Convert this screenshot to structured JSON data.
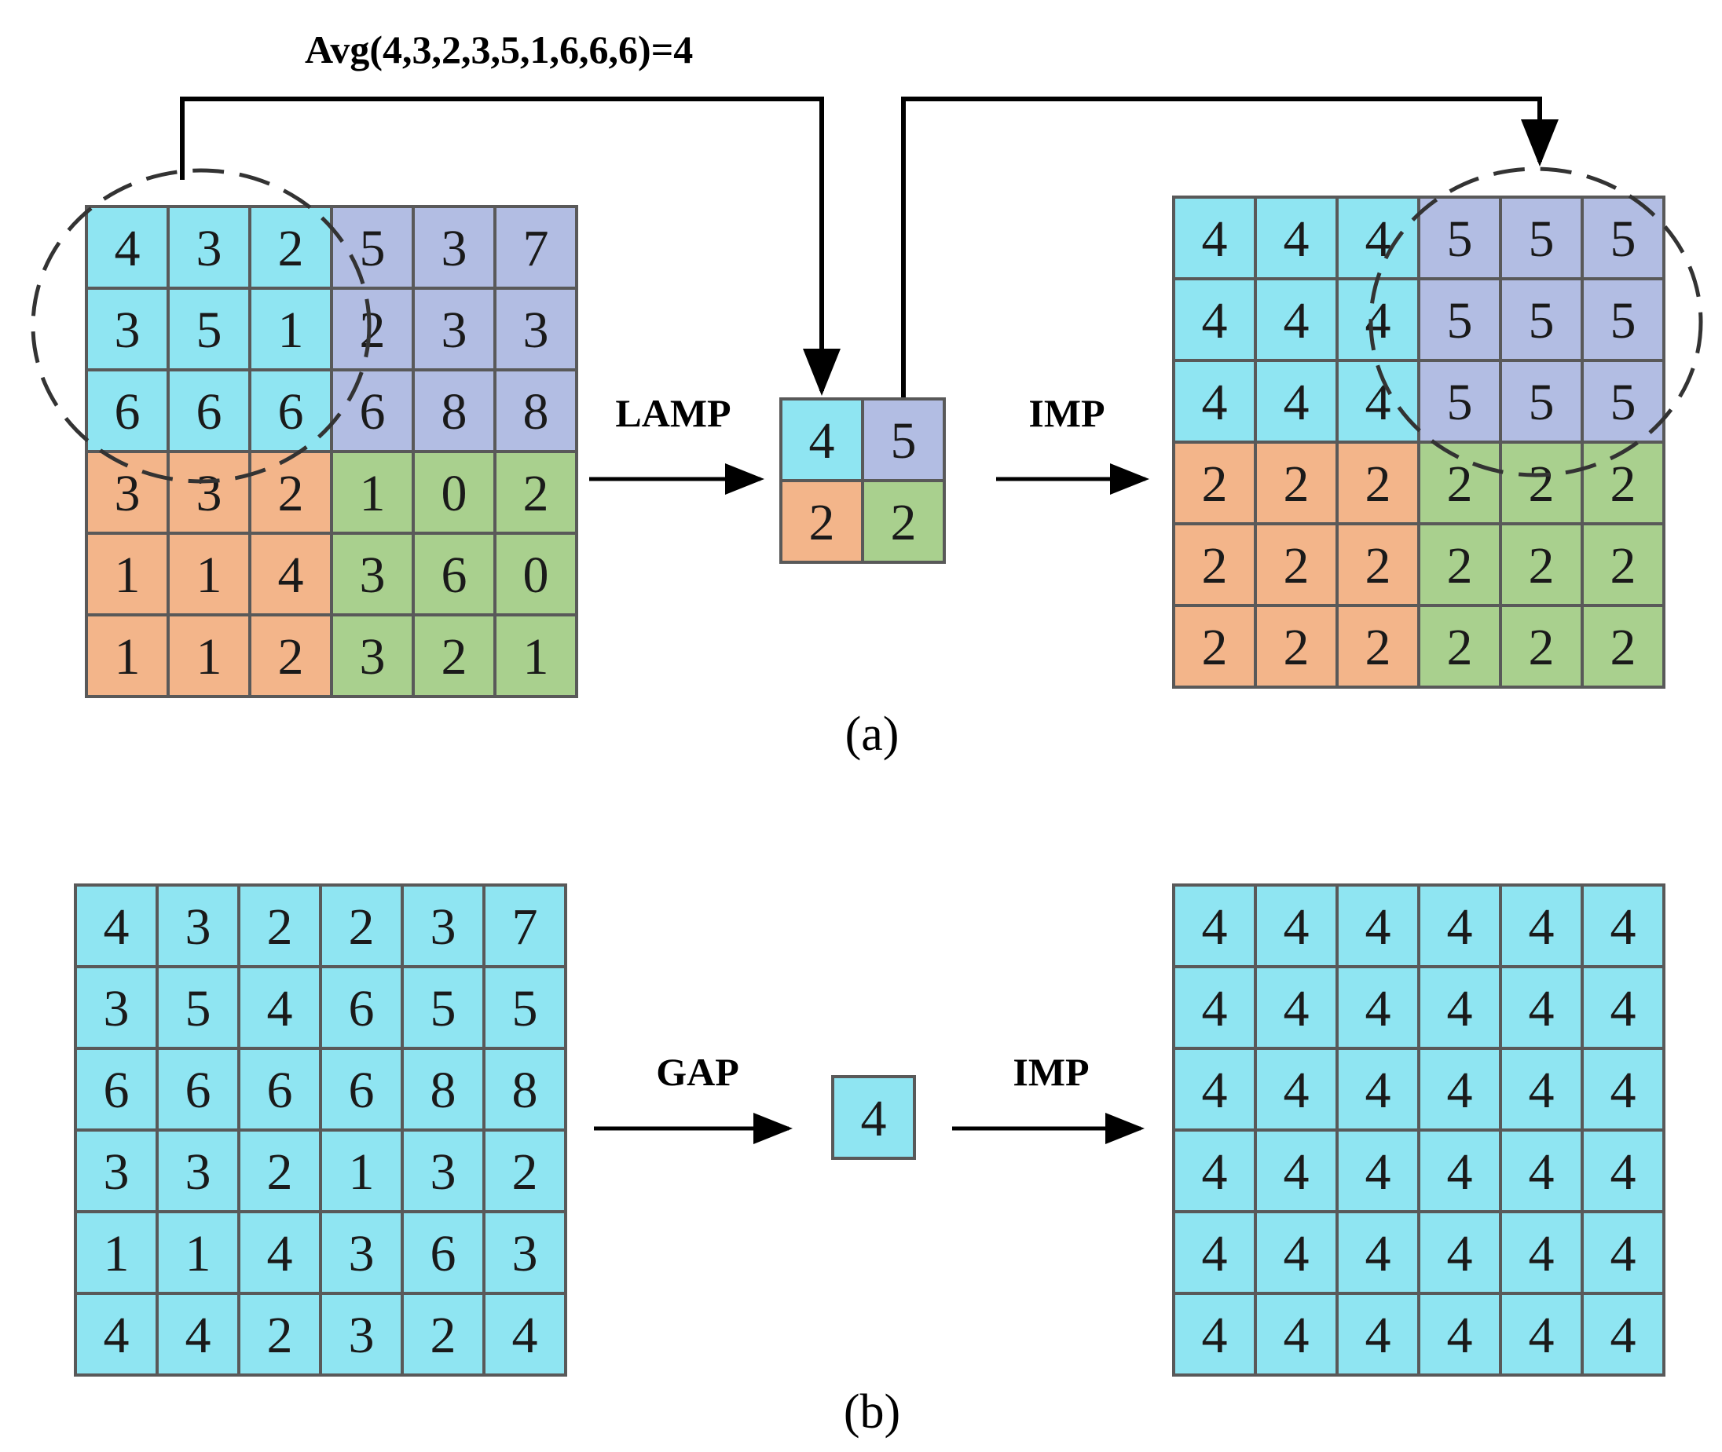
{
  "colors": {
    "cyan": "#8fe5f2",
    "lavender": "#b2bde3",
    "orange": "#f3b58a",
    "green": "#a9d08e",
    "cell_border": "#595959",
    "line": "#000000"
  },
  "panel_a": {
    "formula": "Avg(4,3,2,3,5,1,6,6,6)=4",
    "pool_label": "LAMP",
    "upsample_label": "IMP",
    "caption": "(a)",
    "input_grid": [
      [
        "4",
        "3",
        "2",
        "5",
        "3",
        "7"
      ],
      [
        "3",
        "5",
        "1",
        "2",
        "3",
        "3"
      ],
      [
        "6",
        "6",
        "6",
        "6",
        "8",
        "8"
      ],
      [
        "3",
        "3",
        "2",
        "1",
        "0",
        "2"
      ],
      [
        "1",
        "1",
        "4",
        "3",
        "6",
        "0"
      ],
      [
        "1",
        "1",
        "2",
        "3",
        "2",
        "1"
      ]
    ],
    "input_colors": [
      [
        "cyan",
        "cyan",
        "cyan",
        "lavender",
        "lavender",
        "lavender"
      ],
      [
        "cyan",
        "cyan",
        "cyan",
        "lavender",
        "lavender",
        "lavender"
      ],
      [
        "cyan",
        "cyan",
        "cyan",
        "lavender",
        "lavender",
        "lavender"
      ],
      [
        "orange",
        "orange",
        "orange",
        "green",
        "green",
        "green"
      ],
      [
        "orange",
        "orange",
        "orange",
        "green",
        "green",
        "green"
      ],
      [
        "orange",
        "orange",
        "orange",
        "green",
        "green",
        "green"
      ]
    ],
    "pooled_grid": [
      [
        "4",
        "5"
      ],
      [
        "2",
        "2"
      ]
    ],
    "pooled_colors": [
      [
        "cyan",
        "lavender"
      ],
      [
        "orange",
        "green"
      ]
    ],
    "output_grid": [
      [
        "4",
        "4",
        "4",
        "5",
        "5",
        "5"
      ],
      [
        "4",
        "4",
        "4",
        "5",
        "5",
        "5"
      ],
      [
        "4",
        "4",
        "4",
        "5",
        "5",
        "5"
      ],
      [
        "2",
        "2",
        "2",
        "2",
        "2",
        "2"
      ],
      [
        "2",
        "2",
        "2",
        "2",
        "2",
        "2"
      ],
      [
        "2",
        "2",
        "2",
        "2",
        "2",
        "2"
      ]
    ],
    "output_colors": [
      [
        "cyan",
        "cyan",
        "cyan",
        "lavender",
        "lavender",
        "lavender"
      ],
      [
        "cyan",
        "cyan",
        "cyan",
        "lavender",
        "lavender",
        "lavender"
      ],
      [
        "cyan",
        "cyan",
        "cyan",
        "lavender",
        "lavender",
        "lavender"
      ],
      [
        "orange",
        "orange",
        "orange",
        "green",
        "green",
        "green"
      ],
      [
        "orange",
        "orange",
        "orange",
        "green",
        "green",
        "green"
      ],
      [
        "orange",
        "orange",
        "orange",
        "green",
        "green",
        "green"
      ]
    ]
  },
  "panel_b": {
    "pool_label": "GAP",
    "upsample_label": "IMP",
    "caption": "(b)",
    "input_grid": [
      [
        "4",
        "3",
        "2",
        "2",
        "3",
        "7"
      ],
      [
        "3",
        "5",
        "4",
        "6",
        "5",
        "5"
      ],
      [
        "6",
        "6",
        "6",
        "6",
        "8",
        "8"
      ],
      [
        "3",
        "3",
        "2",
        "1",
        "3",
        "2"
      ],
      [
        "1",
        "1",
        "4",
        "3",
        "6",
        "3"
      ],
      [
        "4",
        "4",
        "2",
        "3",
        "2",
        "4"
      ]
    ],
    "pooled_value": "4",
    "output_grid": [
      [
        "4",
        "4",
        "4",
        "4",
        "4",
        "4"
      ],
      [
        "4",
        "4",
        "4",
        "4",
        "4",
        "4"
      ],
      [
        "4",
        "4",
        "4",
        "4",
        "4",
        "4"
      ],
      [
        "4",
        "4",
        "4",
        "4",
        "4",
        "4"
      ],
      [
        "4",
        "4",
        "4",
        "4",
        "4",
        "4"
      ],
      [
        "4",
        "4",
        "4",
        "4",
        "4",
        "4"
      ]
    ],
    "cell_color": "cyan"
  }
}
